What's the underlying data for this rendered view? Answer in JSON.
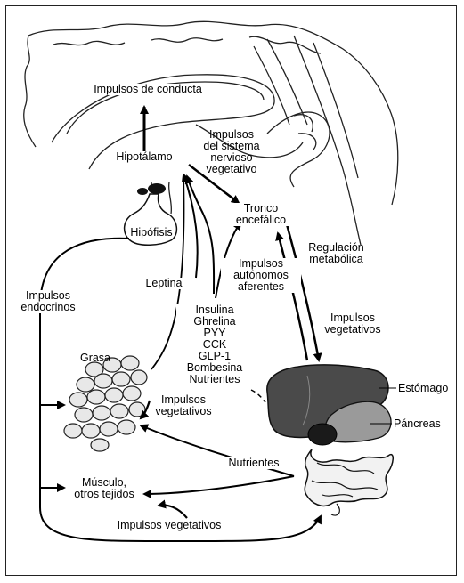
{
  "labels": {
    "impulsos_conducta": "Impulsos de conducta",
    "hipotalamo": "Hipotálamo",
    "hipofisis": "Hipófisis",
    "impulsos_snv": [
      "Impulsos",
      "del sistema",
      "nervioso",
      "vegetativo"
    ],
    "tronco": [
      "Tronco",
      "encefálico"
    ],
    "regulacion": [
      "Regulación",
      "metabólica"
    ],
    "impulsos_endocrinos": [
      "Impulsos",
      "endocrinos"
    ],
    "leptina": "Leptina",
    "impulsos_autonomos": [
      "Impulsos",
      "autónomos",
      "aferentes"
    ],
    "senales": [
      "Insulina",
      "Ghrelina",
      "PYY",
      "CCK",
      "GLP-1",
      "Bombesina",
      "Nutrientes"
    ],
    "impulsos_vegetativos_derecha": [
      "Impulsos",
      "vegetativos"
    ],
    "grasa": "Grasa",
    "impulsos_vegetativos_grasa": [
      "Impulsos",
      "vegetativos"
    ],
    "estomago": "Estómago",
    "pancreas": "Páncreas",
    "nutrientes": "Nutrientes",
    "musculo": [
      "Músculo,",
      "otros tejidos"
    ],
    "impulsos_vegetativos_abajo": "Impulsos vegetativos"
  },
  "icons": [
    "brain-outline",
    "fat-cells",
    "liver-stomach-intestine"
  ]
}
